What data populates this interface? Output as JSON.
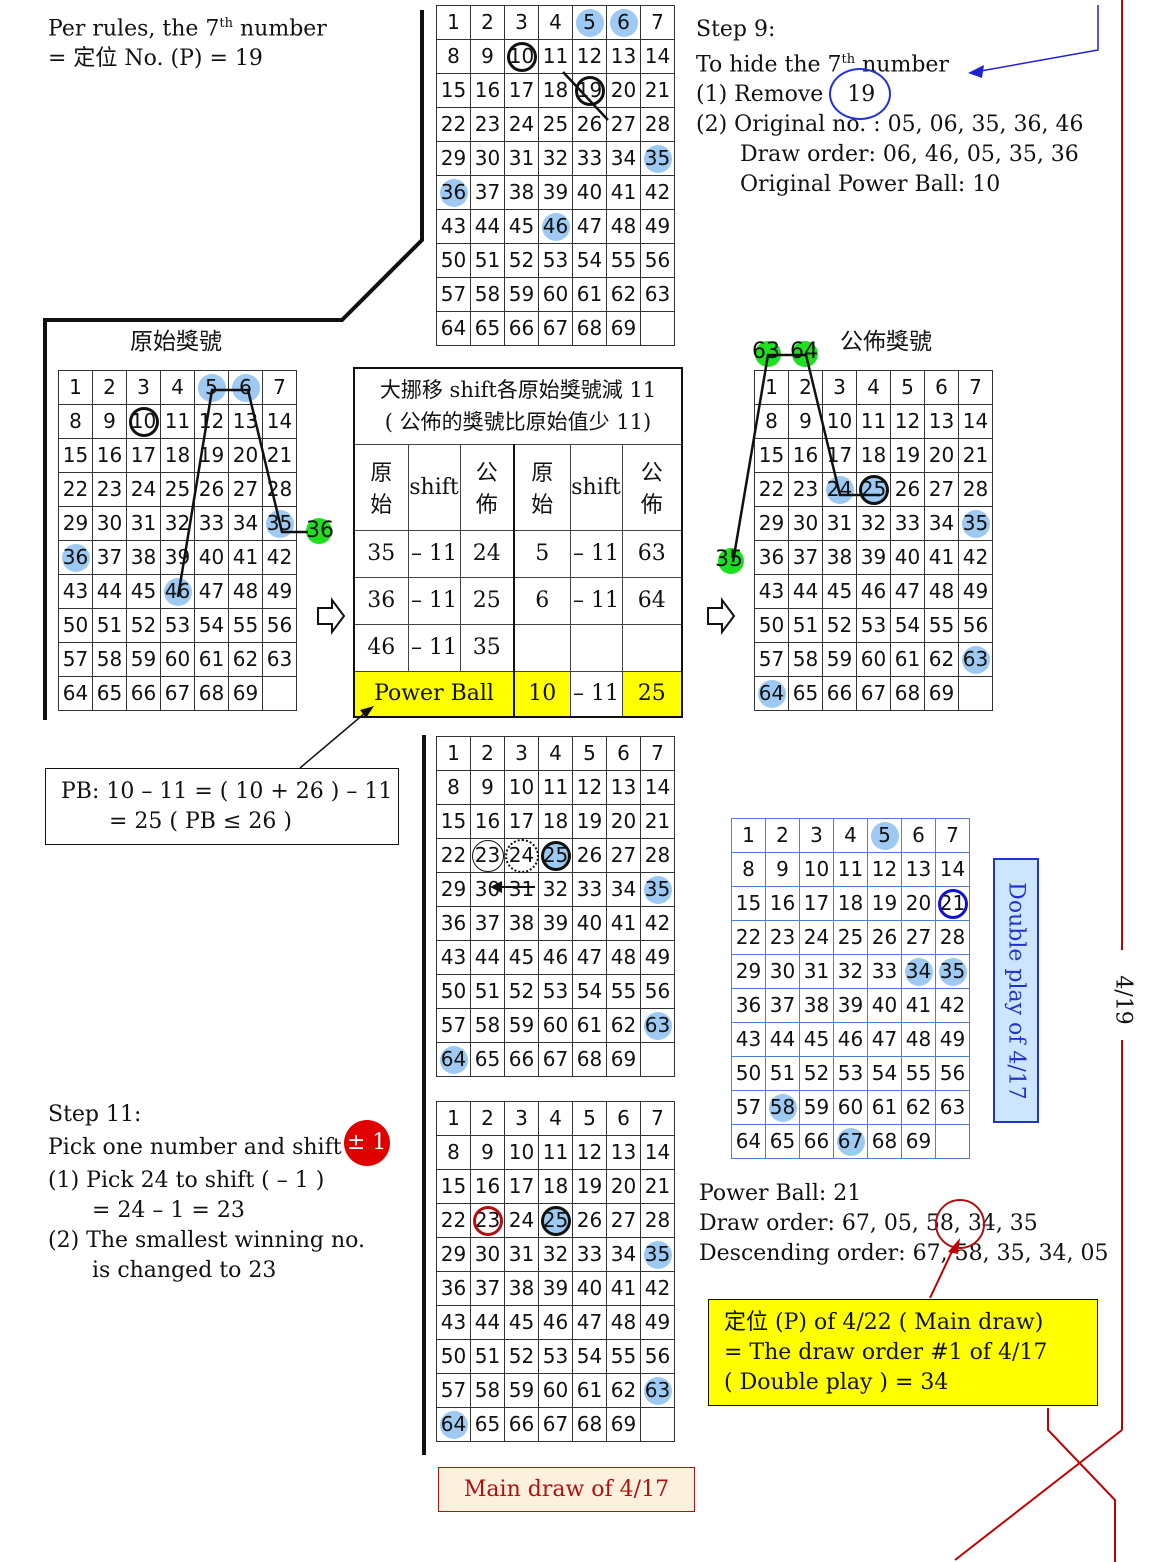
{
  "top_left_note": {
    "line1_a": "Per rules, the 7",
    "line1_sup": "th",
    "line1_b": " number",
    "line2": "= 定位 No. (P) = 19"
  },
  "step9": {
    "title": "Step 9:",
    "line1_a": "To hide the 7",
    "line1_sup": "th",
    "line1_b": "  number",
    "line2": "(1)  Remove",
    "removed": "19",
    "line3": "(2) Original no. :  05, 06, 35, 36, 46",
    "line4": "Draw order:  06, 46, 05, 35, 36",
    "line5": "Original Power Ball:  10"
  },
  "labels": {
    "original": "原始獎號",
    "published": "公佈獎號",
    "main_draw": "Main draw of 4/17",
    "double_play": "Double play of 4/17",
    "page": "4/19"
  },
  "grids": {
    "top": {
      "dots": [
        "5",
        "6",
        "35",
        "36",
        "46"
      ],
      "rings": {
        "10": "thick",
        "19": "thick"
      }
    },
    "original": {
      "dots": [
        "5",
        "6",
        "35",
        "36",
        "46"
      ],
      "rings": {
        "10": "thick"
      }
    },
    "published": {
      "dots": [
        "24",
        "25",
        "35",
        "63",
        "64"
      ],
      "rings": {
        "25": "thick"
      }
    },
    "middle": {
      "dots": [
        "25",
        "35",
        "63",
        "64"
      ],
      "rings": {
        "23": "thin",
        "24": "dotted",
        "25": "thick"
      }
    },
    "bottom": {
      "dots": [
        "25",
        "35",
        "63",
        "64"
      ],
      "rings": {
        "23": "red",
        "25": "thick"
      }
    },
    "double": {
      "dots": [
        "5",
        "34",
        "35",
        "58",
        "67"
      ],
      "rings": {
        "21": "blue"
      }
    }
  },
  "green_markers": {
    "original_36": "36",
    "published_63": "63",
    "published_64": "64",
    "published_35": "35"
  },
  "shift_table": {
    "title1": "大挪移 shift各原始獎號減 11",
    "title2": "( 公佈的獎號比原始值少 11)",
    "head_original": [
      "原",
      "始"
    ],
    "head_shift": "shift",
    "head_published": [
      "公",
      "佈"
    ],
    "rows": [
      [
        "35",
        "– 11",
        "24",
        "5",
        "– 11",
        "63"
      ],
      [
        "36",
        "– 11",
        "25",
        "6",
        "– 11",
        "64"
      ],
      [
        "46",
        "– 11",
        "35",
        "",
        "",
        ""
      ]
    ],
    "pb_label": "Power Ball",
    "pb_original": "10",
    "pb_shift": "– 11",
    "pb_published": "25"
  },
  "pb_note": {
    "line1": "PB:  10 – 11 = ( 10 + 26 ) – 11",
    "line2": "= 25       ( PB ≤ 26 )"
  },
  "step11": {
    "title": "Step 11:",
    "line1": "Pick one number and shift",
    "badge": "± 1",
    "line2": "(1) Pick 24 to shift  ( – 1 )",
    "line3": "= 24 – 1 = 23",
    "line4": "(2) The smallest winning no.",
    "line5": "is changed to 23"
  },
  "double_info": {
    "line1": "Power Ball:  21",
    "line2": "Draw order: 67, 05, 58, 34, 35",
    "line3": "Descending order:  67, 58, 35, 34, 05"
  },
  "position_note": {
    "line1": "定位 (P) of 4/22 ( Main draw)",
    "line2": "= The draw order #1 of 4/17",
    "line3": "( Double play ) = 34"
  },
  "colors": {
    "dot": "#9ec9f2",
    "green": "#1ee01e",
    "yellow": "#ffff00",
    "red": "#e00000",
    "dark_red": "#b01010",
    "blue": "#1010d0",
    "double_bg": "#cce6ff"
  }
}
